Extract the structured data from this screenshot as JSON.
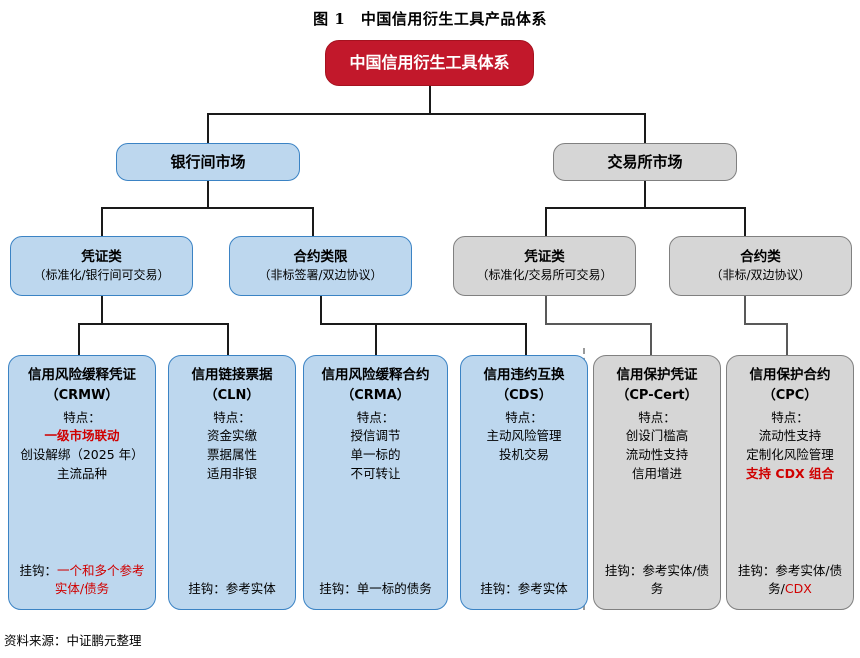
{
  "title": "图 1　中国信用衍生工具产品体系",
  "source": "资料来源：中证鹏元整理",
  "colors": {
    "root_fill": "#C2182B",
    "blue_fill": "#BDD7EE",
    "blue_border": "#3B83C4",
    "grey_fill": "#D6D6D6",
    "grey_border": "#808080",
    "highlight_red": "#D00000"
  },
  "root": {
    "label": "中国信用衍生工具体系"
  },
  "markets": [
    {
      "key": "interbank",
      "label": "银行间市场",
      "style": "blue"
    },
    {
      "key": "exchange",
      "label": "交易所市场",
      "style": "grey"
    }
  ],
  "categories": [
    {
      "key": "ib-cert",
      "title": "凭证类",
      "sub": "（标准化/银行间可交易）",
      "style": "blue"
    },
    {
      "key": "ib-contr",
      "title": "合约类限",
      "sub": "（非标签署/双边协议）",
      "style": "blue"
    },
    {
      "key": "ex-cert",
      "title": "凭证类",
      "sub": "（标准化/交易所可交易）",
      "style": "grey"
    },
    {
      "key": "ex-contr",
      "title": "合约类",
      "sub": "（非标/双边协议）",
      "style": "grey"
    }
  ],
  "products": [
    {
      "key": "crmw",
      "style": "blue",
      "title": "信用风险缓释凭证",
      "code": "（CRMW）",
      "feature_label": "特点：",
      "features": [
        {
          "text": "一级市场联动",
          "emphasis": "red-bold"
        },
        {
          "text": "创设解绑（2025 年）",
          "emphasis": "none"
        },
        {
          "text": "主流品种",
          "emphasis": "none"
        }
      ],
      "hook_label": "挂钩：",
      "hook_value": "一个和多个参考实体/债务",
      "hook_emphasis": "red"
    },
    {
      "key": "cln",
      "style": "blue",
      "title": "信用链接票据",
      "code": "（CLN）",
      "feature_label": "特点：",
      "features": [
        {
          "text": "资金实缴",
          "emphasis": "none"
        },
        {
          "text": "票据属性",
          "emphasis": "none"
        },
        {
          "text": "适用非银",
          "emphasis": "none"
        }
      ],
      "hook_label": "挂钩：",
      "hook_value": "参考实体",
      "hook_emphasis": "none"
    },
    {
      "key": "crma",
      "style": "blue",
      "title": "信用风险缓释合约",
      "code": "（CRMA）",
      "feature_label": "特点：",
      "features": [
        {
          "text": "授信调节",
          "emphasis": "none"
        },
        {
          "text": "单一标的",
          "emphasis": "none"
        },
        {
          "text": "不可转让",
          "emphasis": "none"
        }
      ],
      "hook_label": "挂钩：",
      "hook_value": "单一标的债务",
      "hook_emphasis": "none"
    },
    {
      "key": "cds",
      "style": "blue",
      "title": "信用违约互换",
      "code": "（CDS）",
      "feature_label": "特点：",
      "features": [
        {
          "text": "主动风险管理",
          "emphasis": "none"
        },
        {
          "text": "投机交易",
          "emphasis": "none"
        }
      ],
      "hook_label": "挂钩：",
      "hook_value": "参考实体",
      "hook_emphasis": "none"
    },
    {
      "key": "cpcert",
      "style": "grey",
      "title": "信用保护凭证",
      "code": "（CP-Cert）",
      "feature_label": "特点：",
      "features": [
        {
          "text": "创设门槛高",
          "emphasis": "none"
        },
        {
          "text": "流动性支持",
          "emphasis": "none"
        },
        {
          "text": "信用增进",
          "emphasis": "none"
        }
      ],
      "hook_label": "挂钩：",
      "hook_value": "参考实体/债务",
      "hook_emphasis": "none"
    },
    {
      "key": "cpc",
      "style": "grey",
      "title": "信用保护合约",
      "code": "（CPC）",
      "feature_label": "特点：",
      "features": [
        {
          "text": "流动性支持",
          "emphasis": "none"
        },
        {
          "text": "定制化风险管理",
          "emphasis": "none"
        },
        {
          "text": "支持 CDX 组合",
          "emphasis": "red-bold"
        }
      ],
      "hook_label": "挂钩：",
      "hook_value_plain": "参考实体/债务/",
      "hook_value_red": "CDX",
      "hook_emphasis": "mixed"
    }
  ]
}
